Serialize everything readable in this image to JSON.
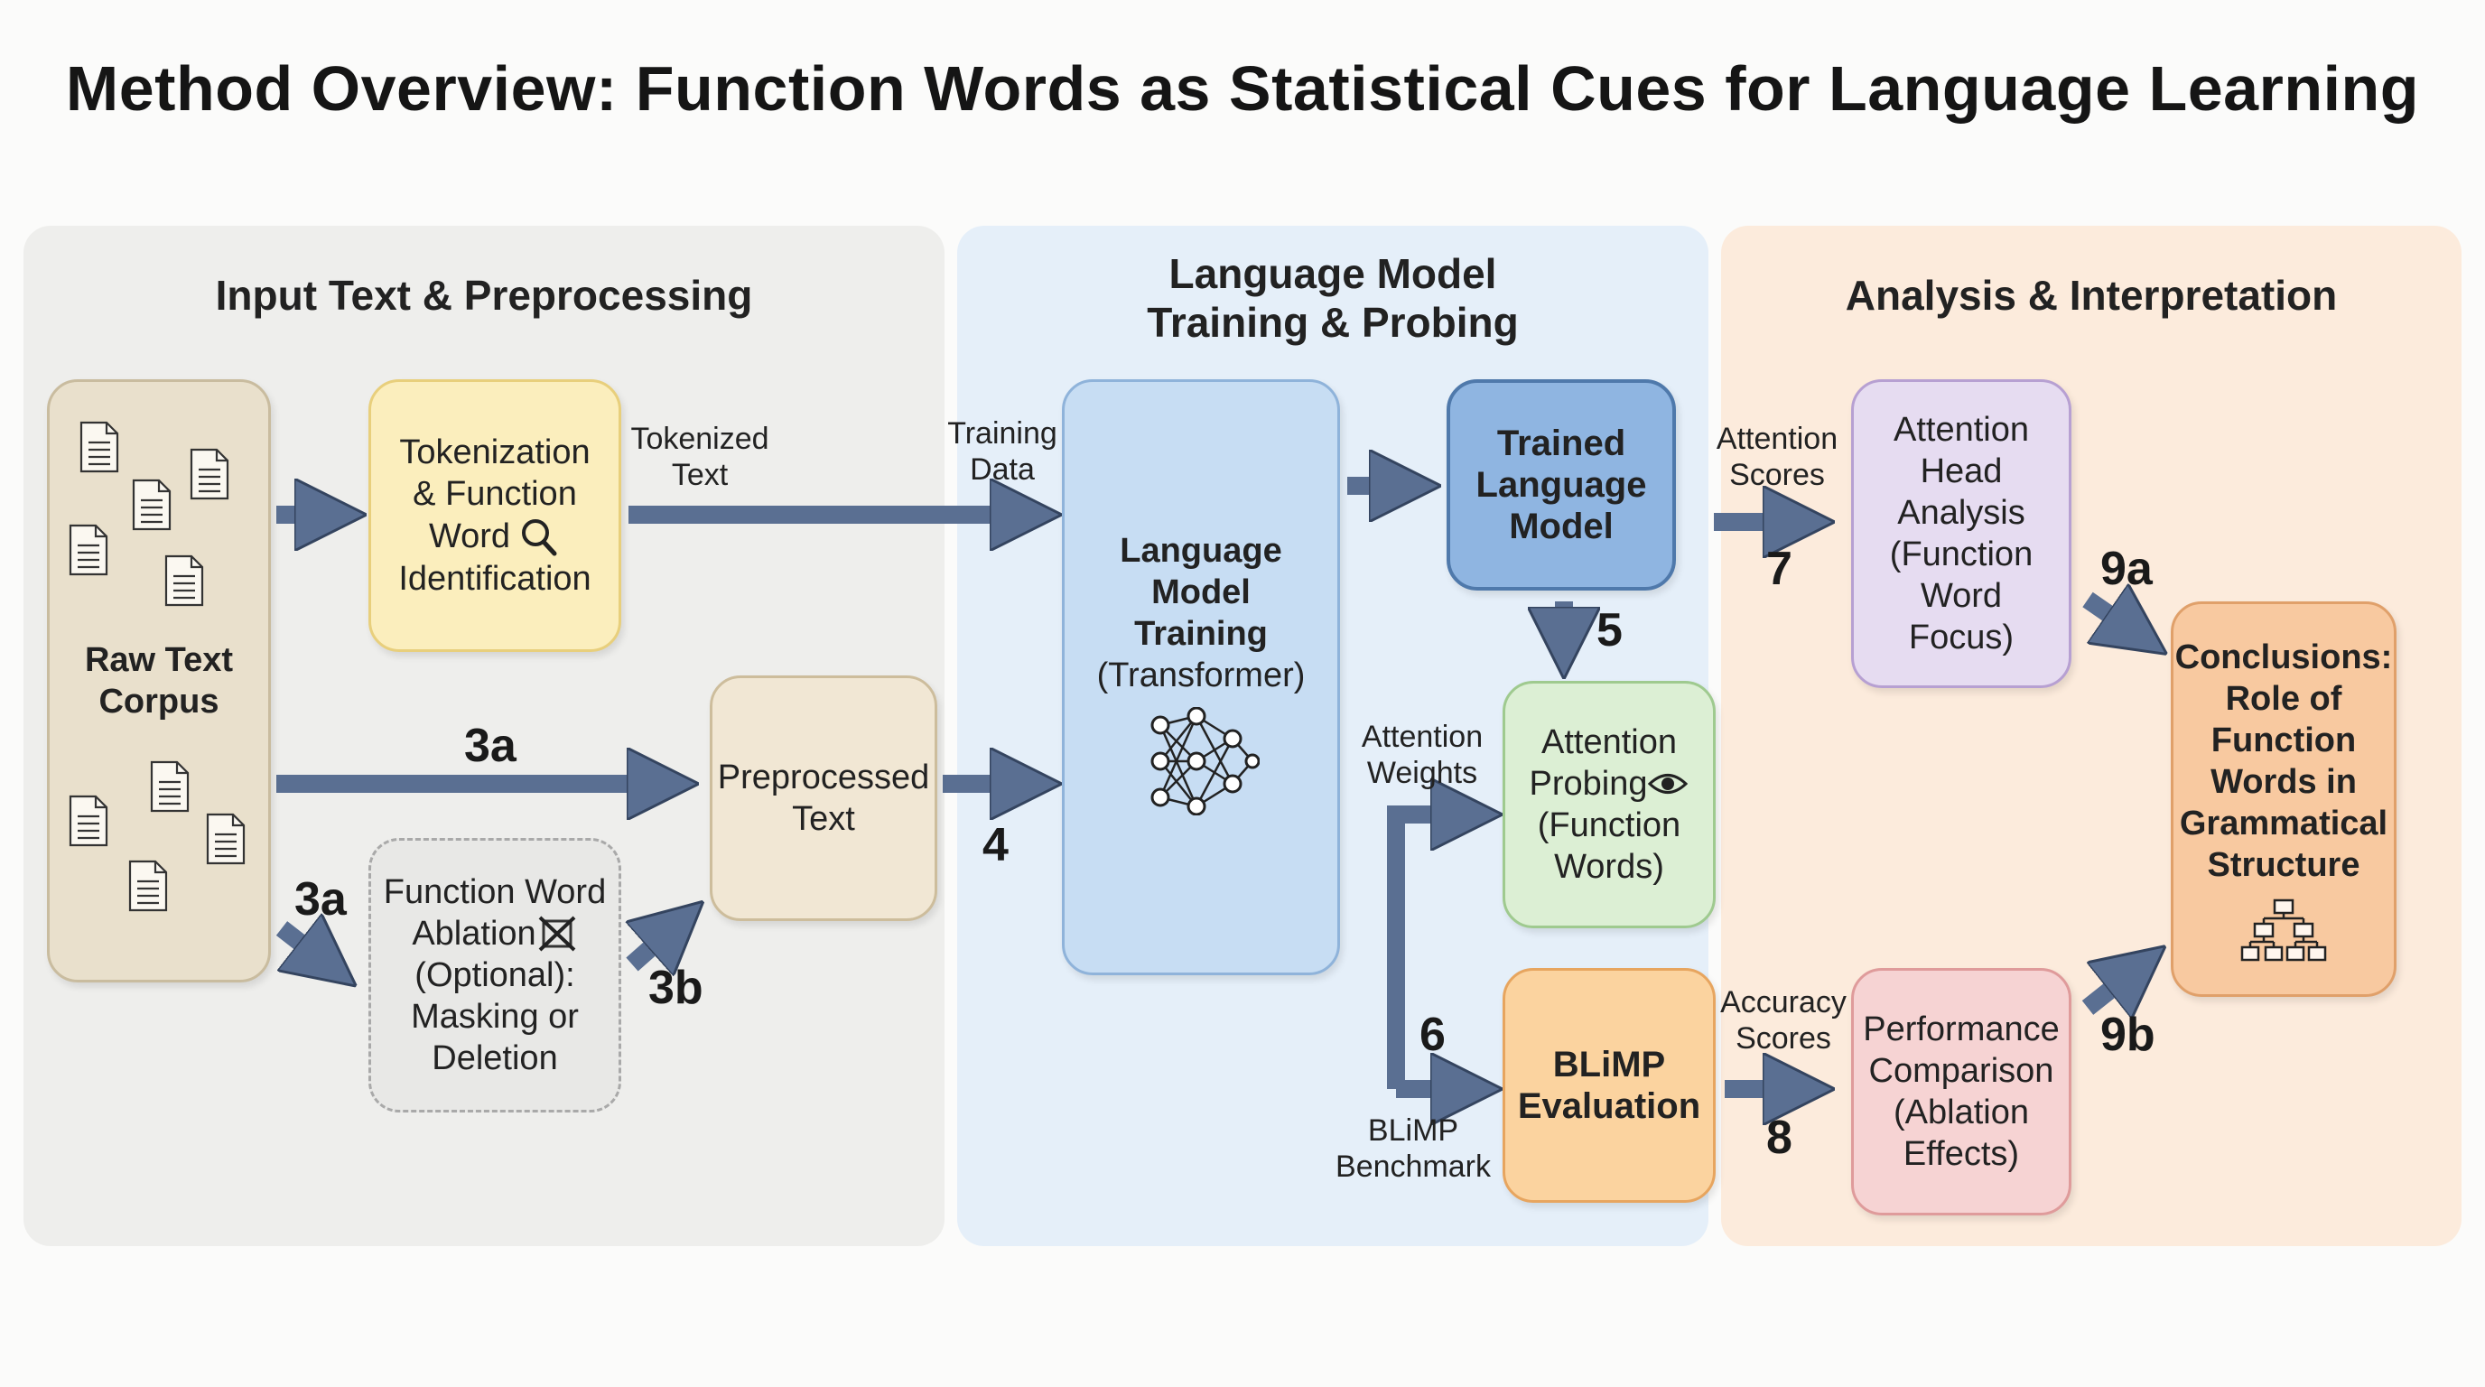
{
  "title": "Method Overview: Function Words as Statistical Cues for Language Learning",
  "panels": {
    "input": "Input Text & Preprocessing",
    "training_l1": "Language Model",
    "training_l2": "Training & Probing",
    "analysis": "Analysis & Interpretation"
  },
  "boxes": {
    "raw_corpus": [
      "Raw Text",
      "Corpus"
    ],
    "tokenization": [
      "Tokenization",
      "& Function",
      "Word",
      "Identification"
    ],
    "preprocessed": [
      "Preprocessed",
      "Text"
    ],
    "ablation": [
      "Function Word",
      "Ablation",
      "(Optional):",
      "Masking or",
      "Deletion"
    ],
    "lm_training": [
      "Language",
      "Model",
      "Training",
      "(Transformer)"
    ],
    "trained_lm": [
      "Trained",
      "Language",
      "Model"
    ],
    "attention_probing": [
      "Attention",
      "Probing",
      "(Function",
      "Words)"
    ],
    "blimp_eval": [
      "BLiMP",
      "Evaluation"
    ],
    "attention_head": [
      "Attention",
      "Head",
      "Analysis",
      "(Function",
      "Word",
      "Focus)"
    ],
    "performance": [
      "Performance",
      "Comparison",
      "(Ablation",
      "Effects)"
    ],
    "conclusions": [
      "Conclusions:",
      "Role of",
      "Function",
      "Words in",
      "Grammatical",
      "Structure"
    ]
  },
  "labels": {
    "tokenized_text": [
      "Tokenized",
      "Text"
    ],
    "training_data": [
      "Training",
      "Data"
    ],
    "attention_weights": [
      "Attention",
      "Weights"
    ],
    "blimp_benchmark": [
      "BLiMP",
      "Benchmark"
    ],
    "attention_scores": [
      "Attention",
      "Scores"
    ],
    "accuracy_scores": [
      "Accuracy",
      "Scores"
    ]
  },
  "steps": {
    "s3a_top": "3a",
    "s3a_bottom": "3a",
    "s3b": "3b",
    "s4": "4",
    "s5": "5",
    "s6": "6",
    "s7": "7",
    "s8": "8",
    "s9a": "9a",
    "s9b": "9b"
  },
  "colors": {
    "arrow": "#5a6f92",
    "panel_input": "#eeeeec",
    "panel_training": "#e6f0fa",
    "panel_analysis": "#fcebdd"
  }
}
